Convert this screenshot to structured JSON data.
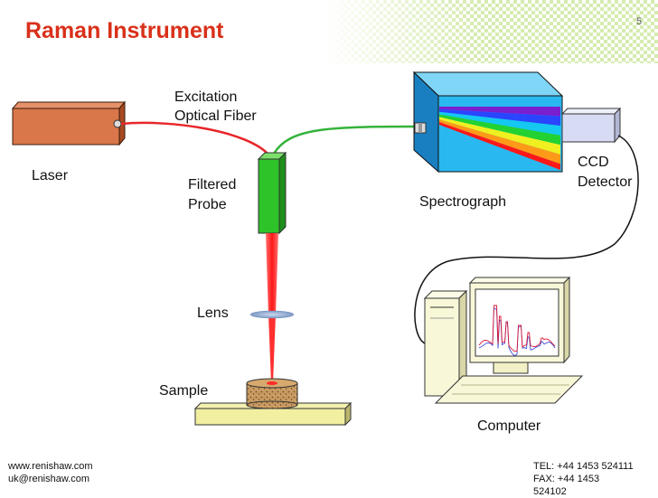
{
  "slide": {
    "title": "Raman Instrument",
    "page_number": "5"
  },
  "labels": {
    "laser": "Laser",
    "fiber_line1": "Excitation",
    "fiber_line2": "Optical Fiber",
    "probe_line1": "Filtered",
    "probe_line2": "Probe",
    "lens": "Lens",
    "sample": "Sample",
    "spectrograph": "Spectrograph",
    "ccd_line1": "CCD",
    "ccd_line2": "Detector",
    "computer": "Computer"
  },
  "footer": {
    "website": "www.renishaw.com",
    "email": "uk@renishaw.com",
    "tel": "TEL:  +44 1453 524111",
    "fax_line1": "FAX:  +44 1453",
    "fax_line2": "524102"
  },
  "colors": {
    "title": "#d9301a",
    "header_pattern": "#d6ebb0",
    "laser": "#d9774a",
    "excitation_fiber": "#e8262a",
    "collection_fiber": "#34b33a",
    "probe": "#2fc32a",
    "beam": "#ff2a2a",
    "spectrograph": "#2ab8f0",
    "computer": "#f8f7d8"
  },
  "spectrum_colors": [
    "#7a1fd0",
    "#2a45ff",
    "#14c8f0",
    "#22d232",
    "#f0f020",
    "#ff9a18",
    "#ff1818"
  ]
}
